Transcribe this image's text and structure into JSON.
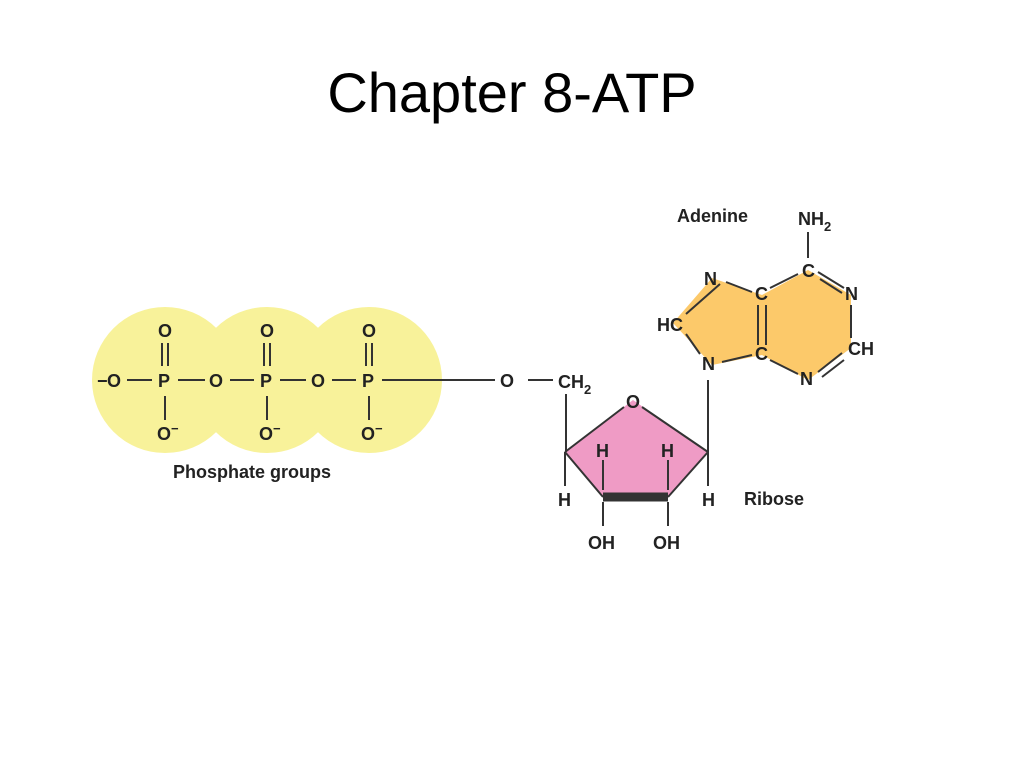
{
  "slide": {
    "title": "Chapter 8-ATP"
  },
  "labels": {
    "adenine": "Adenine",
    "ribose": "Ribose",
    "phosphate_groups": "Phosphate groups"
  },
  "atoms": {
    "oxygen": "O",
    "phosphorus": "P",
    "o_minus": "O",
    "minus_sign": "−",
    "nitrogen": "N",
    "carbon": "C",
    "hydrogen": "H",
    "hc": "HC",
    "ch": "CH",
    "oh": "OH",
    "nh": "NH",
    "ch2": "CH",
    "subscript_2": "2"
  },
  "colors": {
    "phosphate_fill": "#f8f29a",
    "ribose_fill": "#ef9bc5",
    "adenine_fill": "#fcc96a",
    "bond": "#333333"
  }
}
